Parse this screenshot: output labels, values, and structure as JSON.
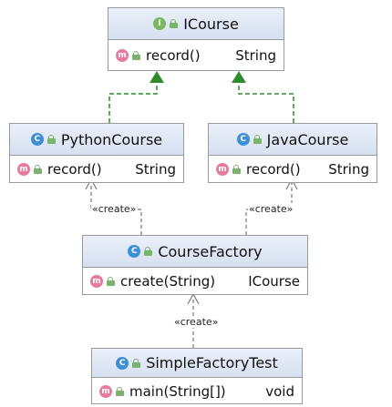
{
  "classes": {
    "icourse": {
      "kind": "interface",
      "badge": "I",
      "name": "ICourse",
      "method": "record()",
      "type": "String"
    },
    "python": {
      "kind": "class",
      "badge": "C",
      "name": "PythonCourse",
      "method": "record()",
      "type": "String"
    },
    "java": {
      "kind": "class",
      "badge": "C",
      "name": "JavaCourse",
      "method": "record()",
      "type": "String"
    },
    "factory": {
      "kind": "class",
      "badge": "C",
      "name": "CourseFactory",
      "method": "create(String)",
      "type": "ICourse"
    },
    "test": {
      "kind": "class",
      "badge": "C",
      "name": "SimpleFactoryTest",
      "method": "main(String[])",
      "type": "void"
    }
  },
  "method_badge": "m",
  "stereotypes": {
    "create_python": "«create»",
    "create_java": "«create»",
    "create_factory": "«create»"
  },
  "colors": {
    "realization": "#2e8b2e",
    "dependency": "#777777"
  }
}
